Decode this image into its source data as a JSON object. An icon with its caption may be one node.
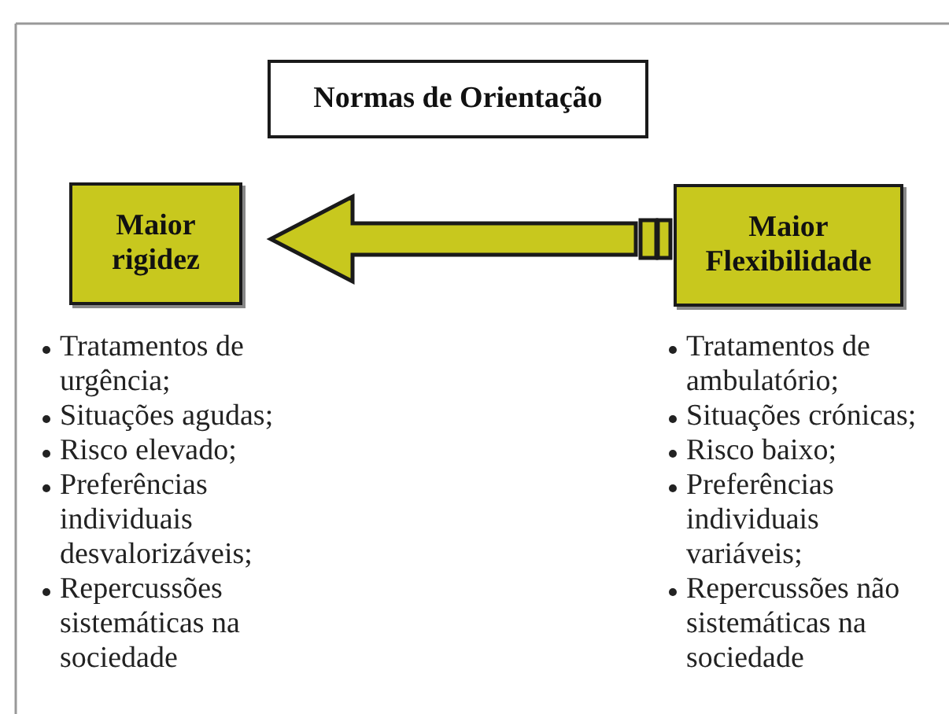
{
  "diagram": {
    "nodes": [
      {
        "text": [
          "Normas de Orientação"
        ]
      },
      {
        "text": [
          "Maior rigidez"
        ],
        "beside": [
          "Tratamentos de urgência;",
          "Situações agudas;",
          "Risco elevado;",
          "Preferências individuais desvalorizáveis;",
          "Repercussões sistemáticas na sociedade"
        ]
      },
      {
        "text": [
          "Maior Flexibilidade"
        ],
        "beside": [
          "Tratamentos de ambulatório;",
          "Situações crónicas;",
          "Risco baixo;",
          "Preferências individuais variáveis;",
          "Repercussões não sistemáticas na sociedade"
        ]
      }
    ],
    "edges": [
      {
        "from": 2,
        "to": 1,
        "arrow": "to"
      }
    ]
  }
}
